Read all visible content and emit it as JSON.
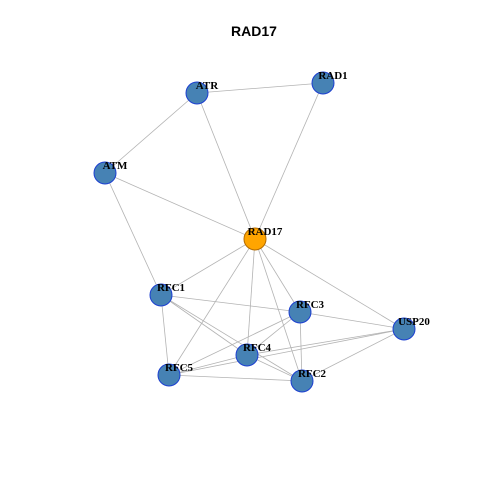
{
  "title": "RAD17",
  "colors": {
    "background": "#ffffff",
    "edge": "#b3b3b3",
    "node_fill": "#4682b4",
    "node_stroke": "#1c3fd1",
    "focus_fill": "#ffa500",
    "focus_stroke": "#b36b00"
  },
  "nodes": [
    {
      "id": "ATR",
      "label": "ATR",
      "focus": false
    },
    {
      "id": "RAD1",
      "label": "RAD1",
      "focus": false
    },
    {
      "id": "ATM",
      "label": "ATM",
      "focus": false
    },
    {
      "id": "RAD17",
      "label": "RAD17",
      "focus": true
    },
    {
      "id": "RFC1",
      "label": "RFC1",
      "focus": false
    },
    {
      "id": "RFC3",
      "label": "RFC3",
      "focus": false
    },
    {
      "id": "USP20",
      "label": "USP20",
      "focus": false
    },
    {
      "id": "RFC4",
      "label": "RFC4",
      "focus": false
    },
    {
      "id": "RFC5",
      "label": "RFC5",
      "focus": false
    },
    {
      "id": "RFC2",
      "label": "RFC2",
      "focus": false
    }
  ],
  "edges": [
    [
      "ATR",
      "RAD1"
    ],
    [
      "ATR",
      "ATM"
    ],
    [
      "ATR",
      "RAD17"
    ],
    [
      "RAD1",
      "RAD17"
    ],
    [
      "ATM",
      "RAD17"
    ],
    [
      "ATM",
      "RFC1"
    ],
    [
      "RAD17",
      "RFC1"
    ],
    [
      "RAD17",
      "RFC3"
    ],
    [
      "RAD17",
      "USP20"
    ],
    [
      "RAD17",
      "RFC4"
    ],
    [
      "RAD17",
      "RFC5"
    ],
    [
      "RAD17",
      "RFC2"
    ],
    [
      "RFC1",
      "RFC3"
    ],
    [
      "RFC1",
      "RFC4"
    ],
    [
      "RFC1",
      "RFC5"
    ],
    [
      "RFC1",
      "RFC2"
    ],
    [
      "RFC3",
      "USP20"
    ],
    [
      "RFC3",
      "RFC4"
    ],
    [
      "RFC3",
      "RFC5"
    ],
    [
      "RFC3",
      "RFC2"
    ],
    [
      "USP20",
      "RFC4"
    ],
    [
      "USP20",
      "RFC5"
    ],
    [
      "USP20",
      "RFC2"
    ],
    [
      "RFC4",
      "RFC2"
    ],
    [
      "RFC4",
      "RFC5"
    ],
    [
      "RFC5",
      "RFC2"
    ]
  ]
}
